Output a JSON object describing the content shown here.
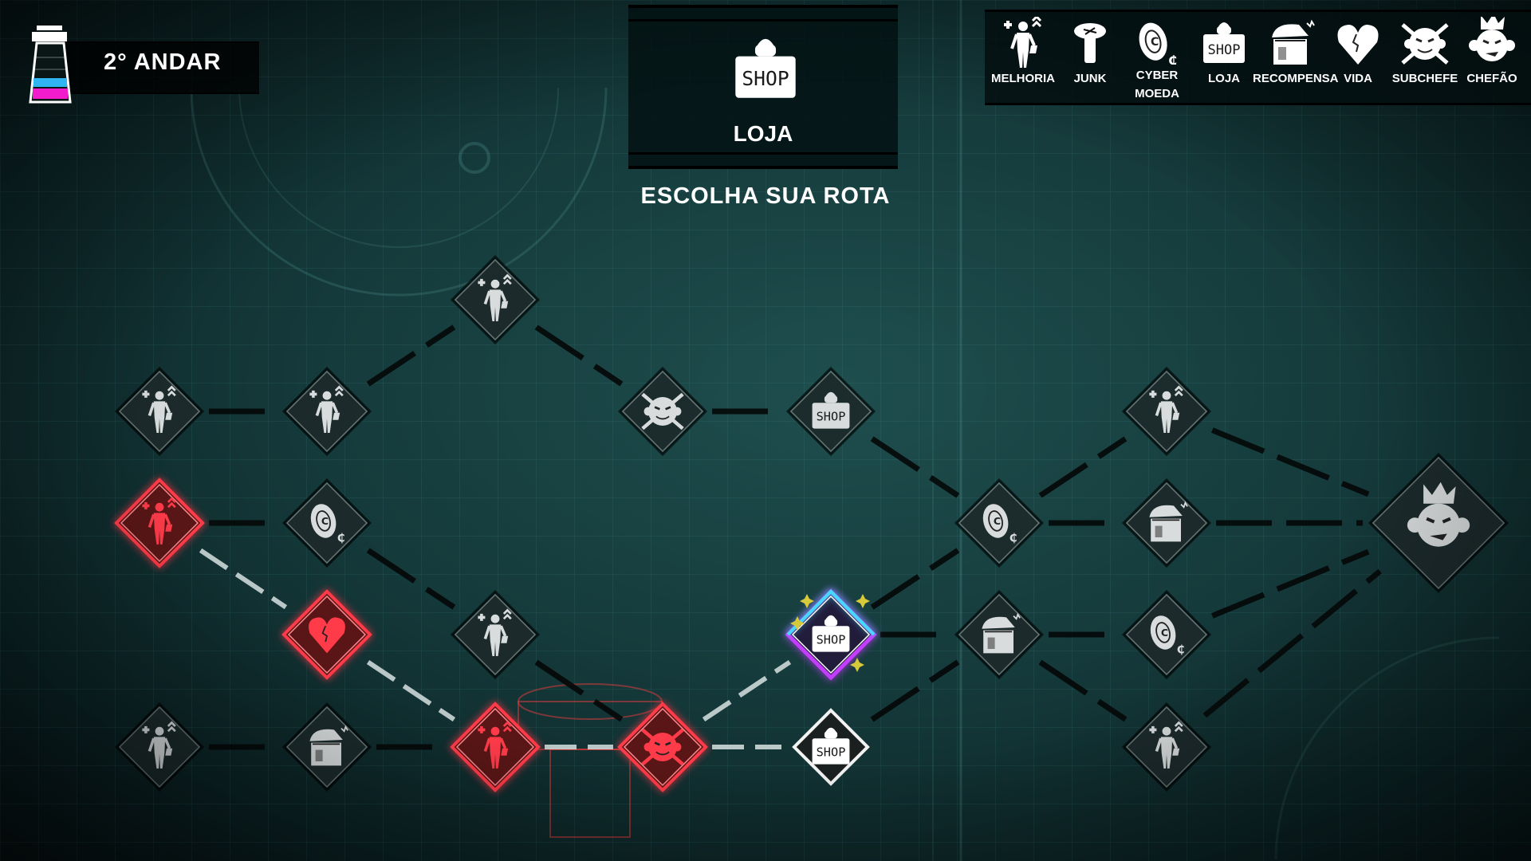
{
  "hud": {
    "floor_label": "2° ANDAR",
    "tower_fill_colors": [
      "#2fb6f2",
      "#f21ccd"
    ]
  },
  "selected": {
    "icon": "shop-icon",
    "title": "LOJA",
    "shop_text": "SHOP"
  },
  "prompt": "ESCOLHA SUA ROTA",
  "legend": [
    {
      "type": "melhoria",
      "icon": "upgrade-figure-icon",
      "label": "MELHORIA"
    },
    {
      "type": "junk",
      "icon": "screw-icon",
      "label": "JUNK"
    },
    {
      "type": "coin",
      "icon": "cyber-coin-icon",
      "label": "CYBER\nMOEDA"
    },
    {
      "type": "shop",
      "icon": "shop-icon",
      "label": "LOJA"
    },
    {
      "type": "chest",
      "icon": "chest-icon",
      "label": "RECOMPENSA"
    },
    {
      "type": "vida",
      "icon": "heart-icon",
      "label": "VIDA"
    },
    {
      "type": "subchefe",
      "icon": "skull-monkey-icon",
      "label": "SUBCHEFE"
    },
    {
      "type": "chefao",
      "icon": "crowned-monkey-icon",
      "label": "CHEFÃO"
    }
  ],
  "colors": {
    "visited": "#ff3b4a",
    "selected_a": "#c43cff",
    "selected_b": "#45d9ff",
    "sparkle": "#d6c93a",
    "node_bg": "#1d2b2c",
    "edge": "#050808",
    "edge_visited": "#d8e2e2"
  },
  "map": {
    "nodes": [
      {
        "id": "a1",
        "type": "melhoria",
        "state": "available"
      },
      {
        "id": "a2",
        "type": "melhoria",
        "state": "visited"
      },
      {
        "id": "a4",
        "type": "melhoria",
        "state": "available"
      },
      {
        "id": "b1",
        "type": "melhoria",
        "state": "available"
      },
      {
        "id": "b2",
        "type": "coin",
        "state": "available"
      },
      {
        "id": "b3",
        "type": "vida",
        "state": "visited"
      },
      {
        "id": "b4",
        "type": "chest",
        "state": "available"
      },
      {
        "id": "c0",
        "type": "melhoria",
        "state": "available"
      },
      {
        "id": "c3",
        "type": "melhoria",
        "state": "available"
      },
      {
        "id": "c4",
        "type": "melhoria",
        "state": "visited"
      },
      {
        "id": "d1",
        "type": "subchefe",
        "state": "available"
      },
      {
        "id": "d4",
        "type": "subchefe",
        "state": "visited"
      },
      {
        "id": "e1",
        "type": "shop",
        "state": "available"
      },
      {
        "id": "e3",
        "type": "shop",
        "state": "selected"
      },
      {
        "id": "e4",
        "type": "shop",
        "state": "next"
      },
      {
        "id": "f2",
        "type": "coin",
        "state": "available"
      },
      {
        "id": "f3",
        "type": "chest",
        "state": "available"
      },
      {
        "id": "g1",
        "type": "melhoria",
        "state": "available"
      },
      {
        "id": "g2",
        "type": "chest",
        "state": "available"
      },
      {
        "id": "g3",
        "type": "coin",
        "state": "available"
      },
      {
        "id": "g4",
        "type": "melhoria",
        "state": "available"
      },
      {
        "id": "boss",
        "type": "chefao",
        "state": "available"
      }
    ],
    "edges": [
      [
        "a1",
        "b1",
        0
      ],
      [
        "b1",
        "c0",
        0
      ],
      [
        "c0",
        "d1",
        0
      ],
      [
        "d1",
        "e1",
        0
      ],
      [
        "e1",
        "f2",
        0
      ],
      [
        "a2",
        "b2",
        0
      ],
      [
        "a2",
        "b3",
        1
      ],
      [
        "b2",
        "c3",
        0
      ],
      [
        "b3",
        "c4",
        1
      ],
      [
        "c3",
        "d4",
        0
      ],
      [
        "a4",
        "b4",
        0
      ],
      [
        "b4",
        "c4",
        0
      ],
      [
        "c4",
        "d4",
        1
      ],
      [
        "d4",
        "e3",
        1
      ],
      [
        "d4",
        "e4",
        1
      ],
      [
        "e3",
        "f2",
        0
      ],
      [
        "e3",
        "f3",
        0
      ],
      [
        "e4",
        "f3",
        0
      ],
      [
        "f2",
        "g1",
        0
      ],
      [
        "f2",
        "g2",
        0
      ],
      [
        "f3",
        "g3",
        0
      ],
      [
        "f3",
        "g4",
        0
      ],
      [
        "g1",
        "boss",
        0
      ],
      [
        "g2",
        "boss",
        0
      ],
      [
        "g3",
        "boss",
        0
      ],
      [
        "g4",
        "boss",
        0
      ]
    ]
  }
}
